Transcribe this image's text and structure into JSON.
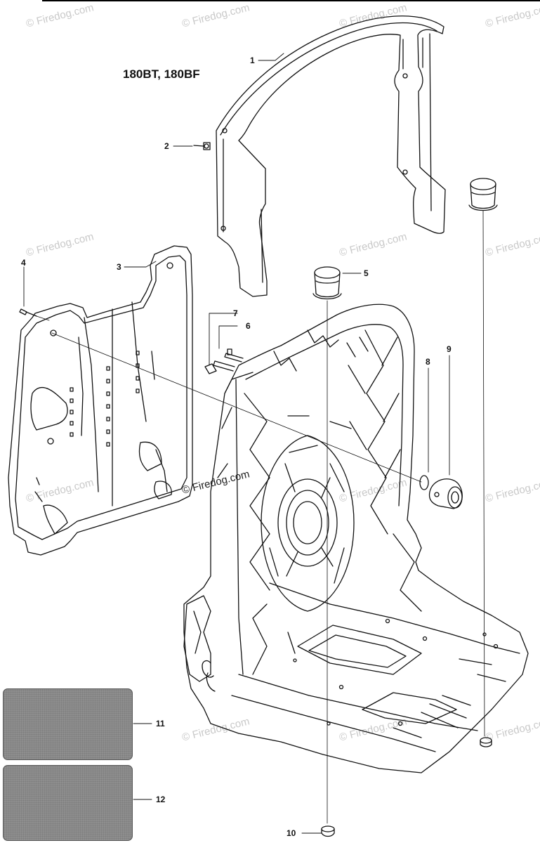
{
  "title": "180BT, 180BF",
  "watermark": "© Firedog.com",
  "callouts": {
    "c1": "1",
    "c2": "2",
    "c3": "3",
    "c4": "4",
    "c5": "5",
    "c6": "6",
    "c7": "7",
    "c8": "8",
    "c9": "9",
    "c10": "10",
    "c11": "11",
    "c12": "12"
  }
}
